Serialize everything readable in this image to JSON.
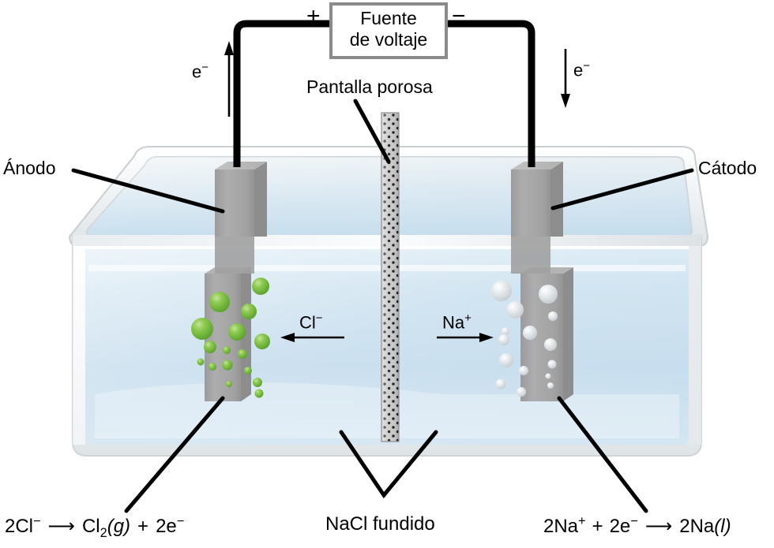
{
  "diagram": {
    "title_alt": "Electrolisis de NaCl fundido (celda de Downs simplificada)",
    "power_supply": {
      "label_line1": "Fuente",
      "label_line2": "de voltaje",
      "positive_terminal": "+",
      "negative_terminal": "−",
      "box_color": "#ffffff",
      "border_color": "#8a8a8a"
    },
    "electron_flow": {
      "left_label": "e",
      "left_superscript": "−",
      "left_direction": "up",
      "right_label": "e",
      "right_superscript": "−",
      "right_direction": "down"
    },
    "labels": {
      "anode": "Ánodo",
      "cathode": "Cátodo",
      "porous_screen": "Pantalla porosa",
      "electrolyte": "NaCl fundido"
    },
    "ions": {
      "left_ion_symbol": "Cl",
      "left_ion_charge": "−",
      "left_ion_direction": "left",
      "right_ion_symbol": "Na",
      "right_ion_charge": "+",
      "right_ion_direction": "right"
    },
    "equations": {
      "anode_reaction": {
        "reactant": "2Cl",
        "reactant_charge": "−",
        "arrow": "⟶",
        "product_1": "Cl",
        "product_1_sub": "2",
        "product_1_state": "(g)",
        "plus": "+",
        "product_2": "2e",
        "product_2_charge": "−"
      },
      "cathode_reaction": {
        "reactant_1": "2Na",
        "reactant_1_charge": "+",
        "plus": "+",
        "reactant_2": "2e",
        "reactant_2_charge": "−",
        "arrow": "⟶",
        "product": "2Na",
        "product_state": "(l)"
      }
    },
    "colors": {
      "electrode_gray": "#a3a3a3",
      "electrode_gray_top": "#b9b9b9",
      "electrode_gray_side": "#8d8d8d",
      "chlorine_bubble_green": "#76bc3f",
      "sodium_droplet_silver": "#e3e6e8",
      "tank_liquid_blue": "#c7dff0",
      "tank_rim_white": "#eef1f3",
      "wire_black": "#000000",
      "porous_screen_gray": "#b8b8b8"
    },
    "bubbles": {
      "anode_product": "Cl2 gas bubbles (green)",
      "cathode_product": "Na liquid droplets (silver)"
    }
  }
}
